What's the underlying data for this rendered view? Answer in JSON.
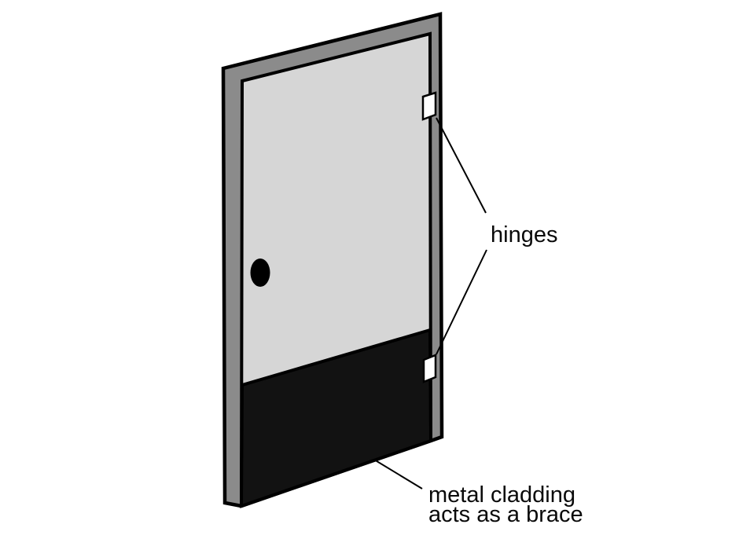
{
  "diagram": {
    "kind": "labeled-illustration",
    "labels": {
      "hinges": "hinges",
      "cladding": [
        "metal cladding",
        "acts as a brace"
      ]
    },
    "colors": {
      "background": "#ffffff",
      "door_frame": "#8b8b8b",
      "door_panel": "#d6d6d6",
      "metal_cladding": "#121212",
      "doorknob": "#000000",
      "hinge": "#ffffff",
      "outline": "#000000",
      "leader_line": "#000000",
      "label_text": "#0a0a0a"
    },
    "parts": [
      {
        "name": "door-frame"
      },
      {
        "name": "door-panel"
      },
      {
        "name": "metal-cladding"
      },
      {
        "name": "doorknob"
      },
      {
        "name": "hinge-top"
      },
      {
        "name": "hinge-bottom"
      }
    ]
  }
}
